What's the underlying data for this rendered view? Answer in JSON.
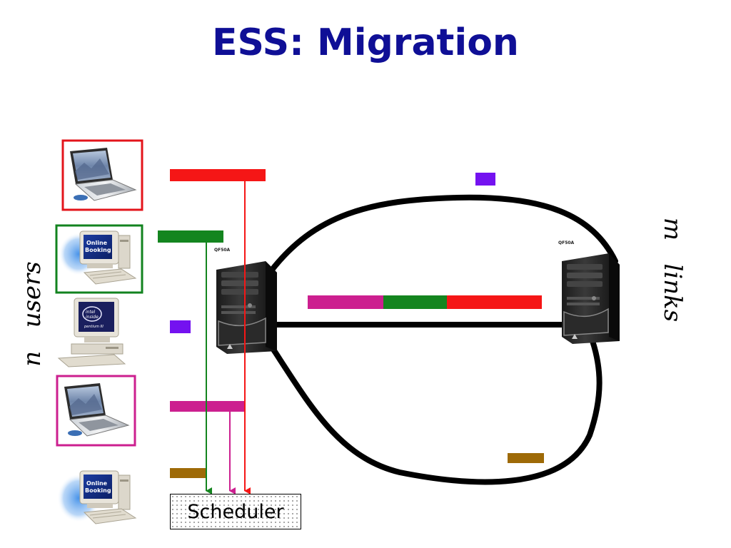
{
  "title": "ESS: Migration",
  "labels": {
    "users": "n   users",
    "links": "m   links",
    "scheduler": "Scheduler"
  },
  "user_devices": [
    {
      "kind": "laptop",
      "frame_color": "#e3141b"
    },
    {
      "kind": "desktop",
      "screen_text": [
        "Online",
        "Booking"
      ],
      "frame_color": "#12831f"
    },
    {
      "kind": "desktop",
      "screen_text": [
        "intel",
        "inside",
        "pentium III"
      ],
      "frame_color": null
    },
    {
      "kind": "laptop",
      "frame_color": "#cc1f8f"
    },
    {
      "kind": "desktop",
      "screen_text": [
        "Online",
        "Booking"
      ],
      "frame_color": null
    }
  ],
  "servers": [
    {
      "name": "server-left",
      "model": "QF50A"
    },
    {
      "name": "server-right",
      "model": "QF50A"
    }
  ],
  "colors": {
    "red": "#f51616",
    "green": "#14851f",
    "purple": "#7412f0",
    "magenta": "#cc1f8f",
    "brown": "#9e6a07",
    "title": "#0f0f96",
    "link": "#000000"
  },
  "flows": [
    {
      "name": "red-flow",
      "color": "red",
      "to_scheduler": true
    },
    {
      "name": "green-flow",
      "color": "green",
      "to_scheduler": true
    },
    {
      "name": "purple-flow",
      "color": "purple",
      "to_scheduler": false
    },
    {
      "name": "magenta-flow",
      "color": "magenta",
      "to_scheduler": true
    },
    {
      "name": "brown-flow",
      "color": "brown",
      "to_scheduler": false
    }
  ],
  "links": [
    {
      "name": "top-link",
      "carrying": [
        "purple"
      ]
    },
    {
      "name": "middle-link",
      "carrying": [
        "magenta",
        "green",
        "red"
      ]
    },
    {
      "name": "bottom-link",
      "carrying": [
        "brown"
      ]
    }
  ]
}
